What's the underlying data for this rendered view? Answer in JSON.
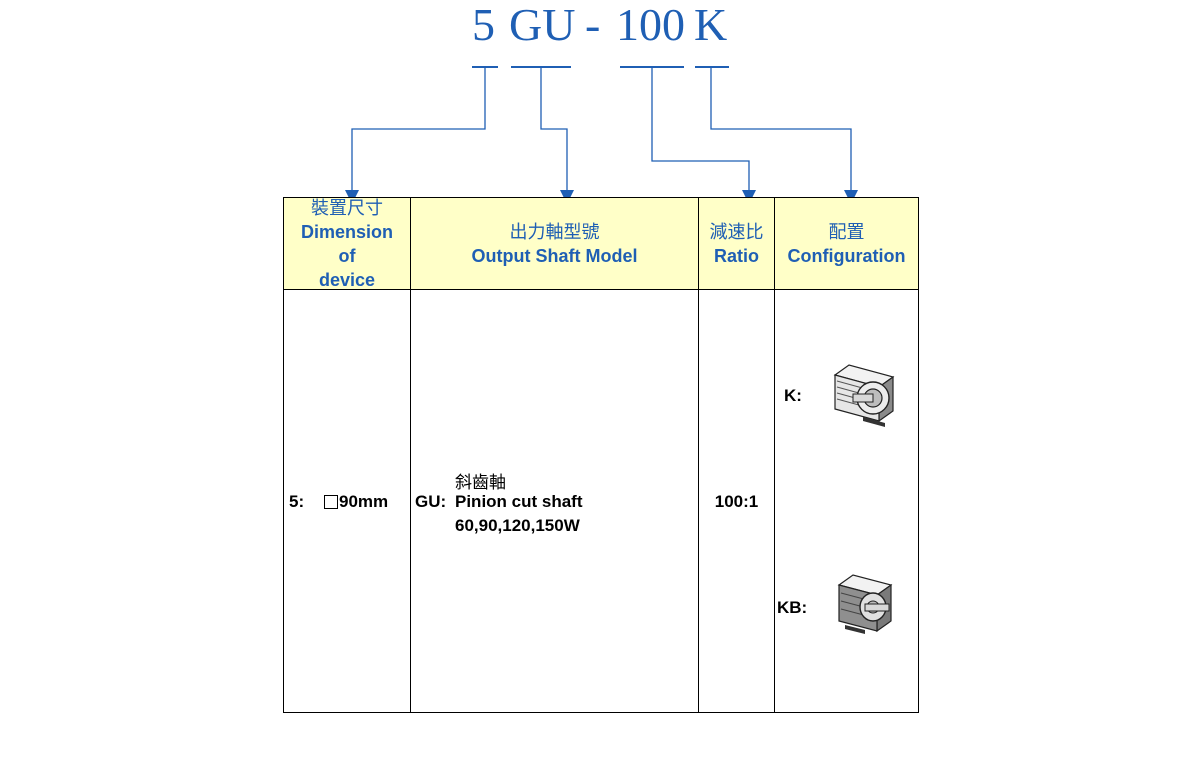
{
  "model_code": {
    "part1": "5",
    "part2": "GU",
    "sep": "-",
    "part3": "100",
    "part4": "K"
  },
  "headers": [
    {
      "zh": "裝置尺寸",
      "en": "Dimension of device"
    },
    {
      "zh": "出力軸型號",
      "en": "Output Shaft Model"
    },
    {
      "zh": "減速比",
      "en": "Ratio"
    },
    {
      "zh": "配置",
      "en": "Configuration"
    }
  ],
  "header_dimension_lines": [
    "Dimension",
    "of",
    "device"
  ],
  "rows": {
    "dimension": {
      "code": "5:",
      "value": "90mm"
    },
    "shaft": {
      "code": "GU:",
      "zh": "斜齒軸",
      "name": "Pinion cut shaft",
      "powers": "60,90,120,150W"
    },
    "ratio": "100:1",
    "configs": [
      {
        "code": "K:"
      },
      {
        "code": "KB:"
      }
    ]
  },
  "colors": {
    "accent": "#1f5fb4",
    "header_bg": "#ffffc8",
    "line": "#000000"
  },
  "icons": [
    "motor-k-icon",
    "motor-kb-icon",
    "square-symbol-icon",
    "arrow-down-icon"
  ]
}
